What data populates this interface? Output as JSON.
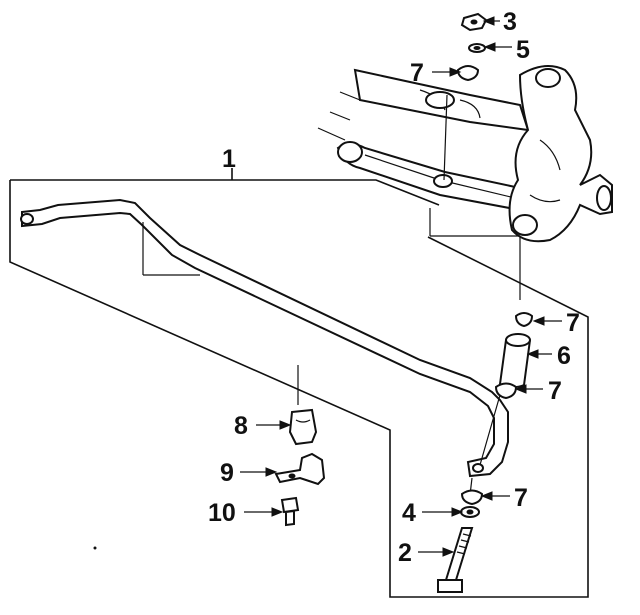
{
  "callouts": {
    "c1": "1",
    "c2": "2",
    "c3": "3",
    "c4": "4",
    "c5": "5",
    "c6": "6",
    "c7a": "7",
    "c7b": "7",
    "c7c": "7",
    "c7d": "7",
    "c8": "8",
    "c9": "9",
    "c10": "10"
  },
  "colors": {
    "line": "#111111",
    "background": "#ffffff"
  }
}
